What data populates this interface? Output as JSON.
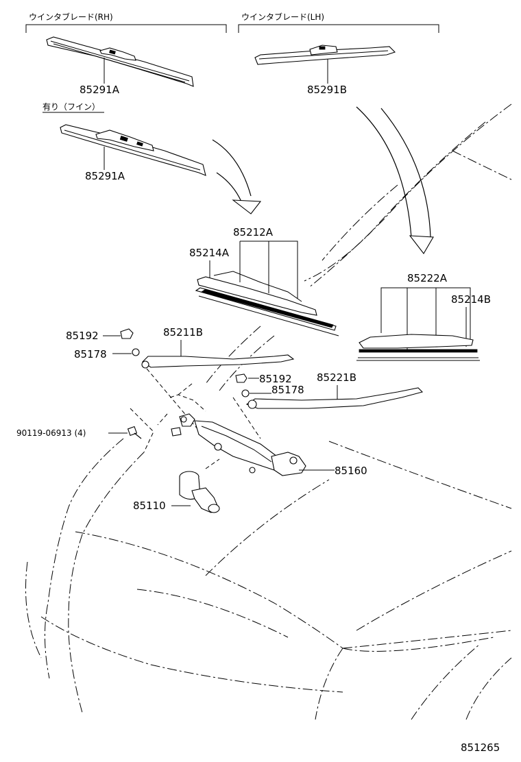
{
  "headers": {
    "rh_blade": "ウインタブレード(RH)",
    "lh_blade": "ウインタブレード(LH)",
    "with_fin": "有り（フイン）"
  },
  "parts": {
    "p85291A_top": "85291A",
    "p85291B": "85291B",
    "p85291A_fin": "85291A",
    "p85212A": "85212A",
    "p85214A": "85214A",
    "p85222A": "85222A",
    "p85214B": "85214B",
    "p85192_left": "85192",
    "p85211B": "85211B",
    "p85178_left": "85178",
    "p85192_right": "85192",
    "p85221B": "85221B",
    "p85178_right": "85178",
    "p90119": "90119-06913 (4)",
    "p85160": "85160",
    "p85110": "85110"
  },
  "figure_id": "851265"
}
